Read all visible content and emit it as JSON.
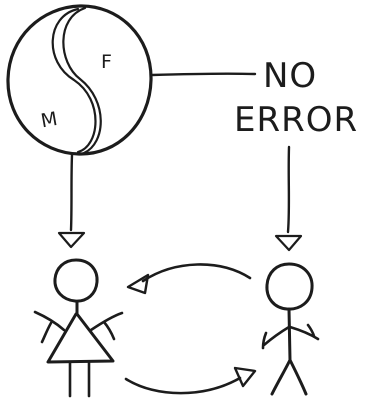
{
  "colors": {
    "ink": "#1c1c1c",
    "background": "#ffffff"
  },
  "yin_yang": {
    "upper_letter": "F",
    "lower_letter": "M"
  },
  "callout": {
    "line1": "NO",
    "line2": "ERROR"
  },
  "figures": {
    "left": "figure-with-dress",
    "right": "figure-stick"
  },
  "icons": [
    "yin-yang-icon",
    "arrow-down-icon",
    "curved-arrow-icon"
  ]
}
